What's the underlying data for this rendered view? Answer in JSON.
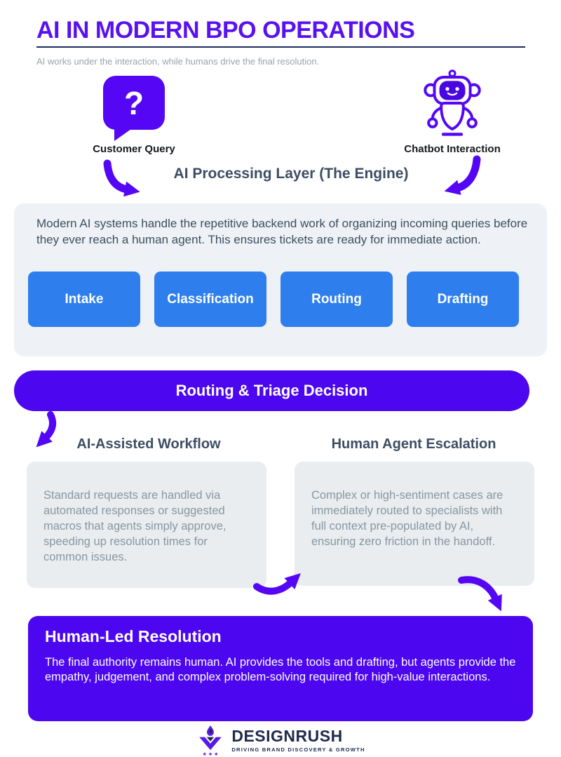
{
  "title": "AI IN MODERN BPO OPERATIONS",
  "subtitle": "AI works under the interaction, while humans drive the final resolution.",
  "inputs": {
    "customer_query": {
      "label": "Customer Query",
      "glyph": "?",
      "icon": "question-bubble-icon"
    },
    "chatbot": {
      "label": "Chatbot Interaction",
      "icon": "robot-icon"
    }
  },
  "engine": {
    "heading": "AI Processing Layer (The Engine)",
    "description": "Modern AI systems handle the repetitive backend work of organizing incoming queries before they ever reach a human agent. This ensures tickets are ready for immediate action.",
    "stages": [
      {
        "label": "Intake"
      },
      {
        "label": "Classification"
      },
      {
        "label": "Routing"
      },
      {
        "label": "Drafting"
      }
    ]
  },
  "decision": {
    "label": "Routing & Triage Decision"
  },
  "branches": [
    {
      "heading": "AI-Assisted Workflow",
      "description": "Standard requests are handled via automated responses or suggested macros that agents simply approve, speeding up resolution times for common issues."
    },
    {
      "heading": "Human Agent Escalation",
      "description": "Complex or high-sentiment cases are immediately routed to specialists with full context pre-populated by AI, ensuring zero friction in the handoff."
    }
  ],
  "resolution": {
    "heading": "Human-Led Resolution",
    "description": "The final authority remains human. AI provides the tools and drafting, but agents provide the empathy, judgement, and complex problem-solving required for high-value interactions."
  },
  "footer": {
    "brand": "DESIGNRUSH",
    "tagline": "DRIVING BRAND DISCOVERY & GROWTH",
    "stars": "★ ★ ★"
  },
  "colors": {
    "title_purple": "#5812F0",
    "purple": "#4C06F0",
    "arrow_purple": "#5507F5",
    "stage_blue": "#2E7FED",
    "underline_navy": "#1B2B5E",
    "heading_slate": "#3D4D63",
    "body_slate": "#3E4E60",
    "muted_gray": "#8A96A0",
    "panel_bg": "#EEF1F5",
    "branch_bg": "#E9EDEF",
    "footer_navy": "#1F2A4D"
  }
}
